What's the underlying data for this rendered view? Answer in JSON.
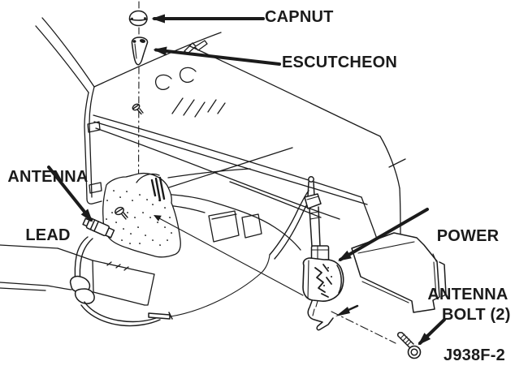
{
  "figure": {
    "code": "J938F-2",
    "type": "exploded-parts-diagram",
    "subject": "power antenna installation",
    "ink_color": "#1b1b1b",
    "background_color": "#ffffff"
  },
  "callouts": {
    "capnut": "CAPNUT",
    "escutcheon": "ESCUTCHEON",
    "antenna_lead": {
      "line1": "ANTENNA",
      "line2": "LEAD"
    },
    "power_antenna": {
      "line1": "POWER",
      "line2": "ANTENNA"
    },
    "bolt": "BOLT (2)"
  }
}
